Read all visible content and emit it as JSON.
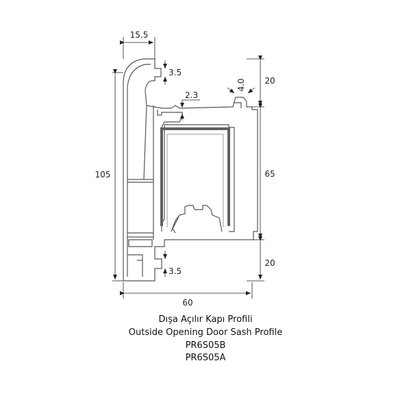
{
  "dimensions": {
    "top_width": "15.5",
    "upper_groove": "3.5",
    "wall": "2.3",
    "top_lip": "4.0",
    "total_height": "105",
    "upper_segment": "20",
    "middle_segment": "65",
    "lower_segment": "20",
    "lower_groove": "3.5",
    "total_width": "60"
  },
  "caption": {
    "line1": "Dışa Açılır Kapı Profili",
    "line2": "Outside  Opening Door Sash Profile",
    "line3": "PR6S05B",
    "line4": "PR6S05A"
  },
  "colors": {
    "outline": "#555555",
    "steel": "#606060",
    "dimension": "#222222"
  }
}
